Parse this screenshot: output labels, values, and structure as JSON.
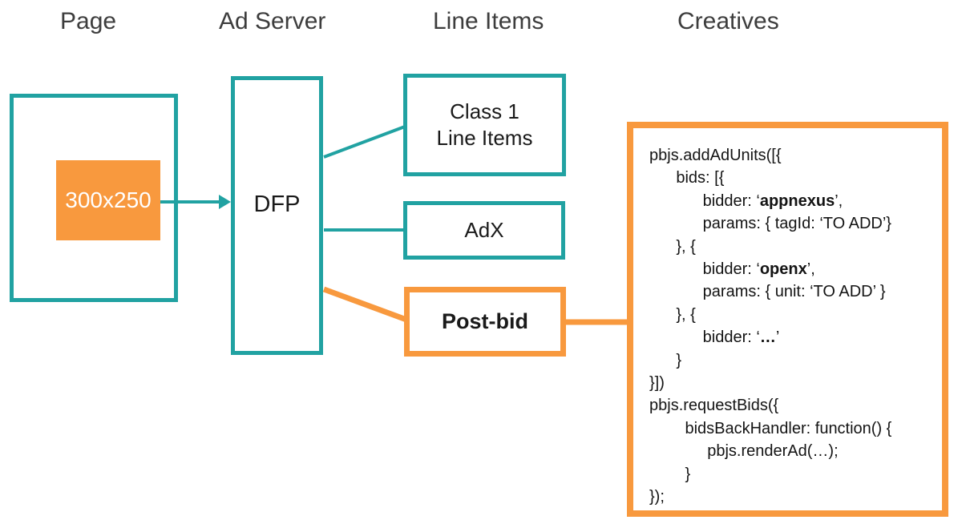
{
  "colors": {
    "teal": "#21A2A2",
    "orange": "#F8993E",
    "header_text": "#3D3D3D",
    "code_text": "#141414"
  },
  "headers": {
    "page": "Page",
    "ad_server": "Ad Server",
    "line_items": "Line Items",
    "creatives": "Creatives"
  },
  "page_column": {
    "ad_slot_size": "300x250"
  },
  "ad_server_column": {
    "dfp_label": "DFP"
  },
  "line_items_column": {
    "class1_line1": "Class 1",
    "class1_line2": "Line Items",
    "adx_label": "AdX",
    "postbid_label": "Post-bid"
  },
  "creatives_column": {
    "code_lines": [
      [
        {
          "t": "pbjs.addAdUnits([{"
        }
      ],
      [
        {
          "t": "      bids: [{"
        }
      ],
      [
        {
          "t": "            bidder: ‘"
        },
        {
          "t": "appnexus",
          "b": true
        },
        {
          "t": "’,"
        }
      ],
      [
        {
          "t": "            params: { tagId: ‘TO ADD’}"
        }
      ],
      [
        {
          "t": "      }, {"
        }
      ],
      [
        {
          "t": "            bidder: ‘"
        },
        {
          "t": "openx",
          "b": true
        },
        {
          "t": "’,"
        }
      ],
      [
        {
          "t": "            params: { unit: ‘TO ADD’ }"
        }
      ],
      [
        {
          "t": "      }, {"
        }
      ],
      [
        {
          "t": "            bidder: ‘"
        },
        {
          "t": "…",
          "b": true
        },
        {
          "t": "’"
        }
      ],
      [
        {
          "t": "      }"
        }
      ],
      [
        {
          "t": "}])"
        }
      ],
      [
        {
          "t": "pbjs.requestBids({"
        }
      ],
      [
        {
          "t": "        bidsBackHandler: function() {"
        }
      ],
      [
        {
          "t": "             pbjs.renderAd(…);"
        }
      ],
      [
        {
          "t": "        }"
        }
      ],
      [
        {
          "t": "});"
        }
      ]
    ]
  }
}
